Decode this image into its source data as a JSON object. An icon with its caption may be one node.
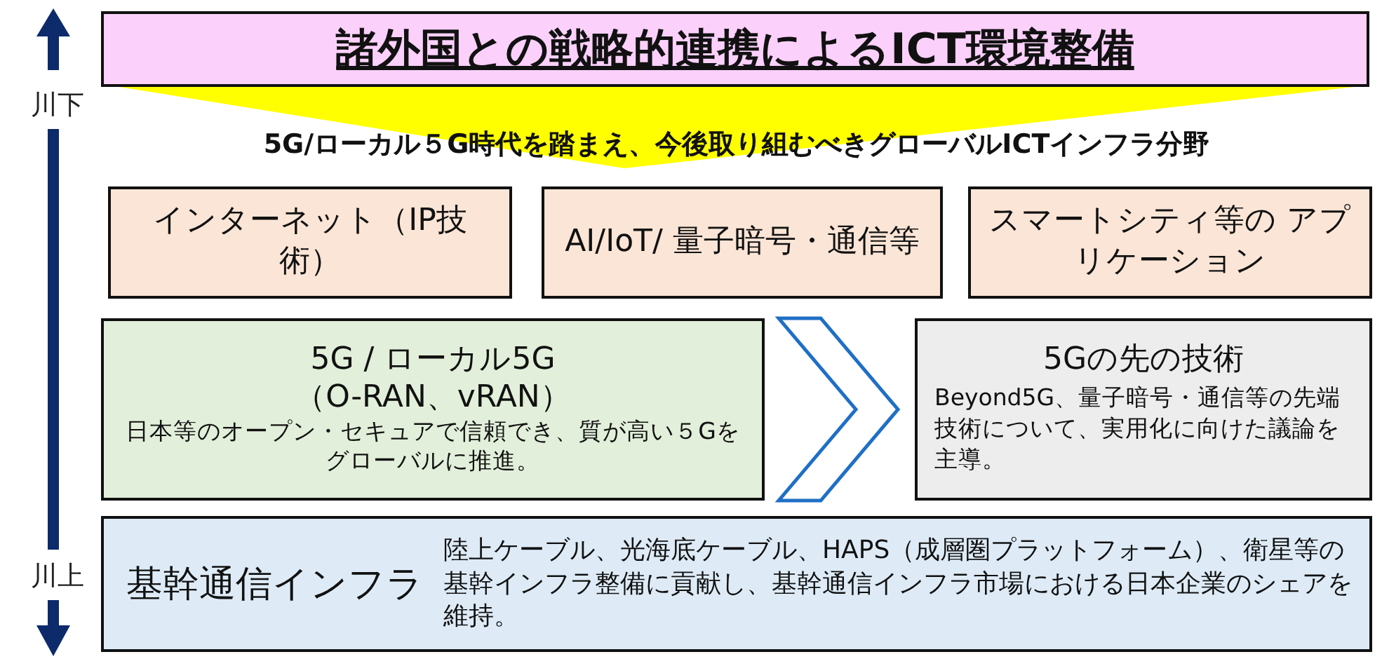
{
  "diagram": {
    "nodes": [
      {
        "text": [
          "諸外国との戦略的連携によるICT環境整備"
        ]
      },
      {
        "text": [
          "5G/ローカル５G時代を踏まえ、今後取り組むべきグローバルICTインフラ分野"
        ]
      },
      {
        "text": [
          "インターネット（IP技術）"
        ]
      },
      {
        "text": [
          "AI/IoT/ 量子暗号・通信等"
        ]
      },
      {
        "text": [
          "スマートシティ等の アプリケーション"
        ]
      },
      {
        "text": [
          "5G / ローカル5G",
          "（O-RAN、vRAN）",
          "日本等のオープン・セキュアで信頼でき、質が高い５Gをグローバルに推進。"
        ]
      },
      {
        "text": [
          "5Gの先の技術",
          "Beyond5G、量子暗号・通信等の先端技術について、実用化に向けた議論を主導。"
        ]
      },
      {
        "text": [
          "基幹通信インフラ",
          "陸上ケーブル、光海底ケーブル、HAPS（成層圏プラットフォーム）、衛星等の基幹インフラ整備に貢献し、基幹通信インフラ市場における日本企業のシェアを維持。"
        ]
      }
    ],
    "edges": [
      {
        "from": 5,
        "to": 6,
        "arrow": "to",
        "color": "#1f6fc5"
      }
    ],
    "labels": [
      "川下",
      "川上"
    ]
  }
}
